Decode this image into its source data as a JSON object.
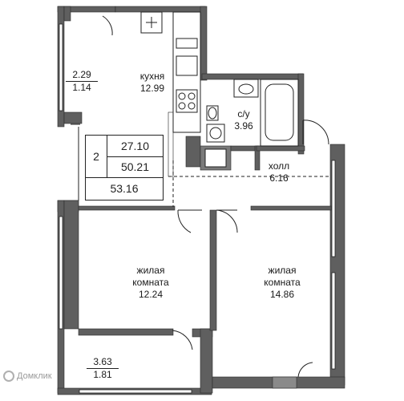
{
  "summary": {
    "rooms_count": "2",
    "living_area": "27.10",
    "total_area": "50.21",
    "total_area_with_balconies": "53.16"
  },
  "rooms": {
    "kitchen": {
      "name": "кухня",
      "area": "12.99"
    },
    "bathroom": {
      "name": "с/у",
      "area": "3.96"
    },
    "hall": {
      "name": "холл",
      "area": "6.16"
    },
    "living_left": {
      "name_line1": "жилая",
      "name_line2": "комната",
      "area": "12.24"
    },
    "living_right": {
      "name_line1": "жилая",
      "name_line2": "комната",
      "area": "14.86"
    },
    "balcony_top": {
      "area": "2.29",
      "reduced_area": "1.14"
    },
    "balcony_bottom": {
      "area": "3.63",
      "reduced_area": "1.81"
    }
  },
  "watermark": {
    "text": "Домклик"
  },
  "colors": {
    "wall": "#5f5f5f",
    "wall_dark": "#3a3a3a",
    "line": "#222222",
    "window": "#bdbdbd"
  }
}
